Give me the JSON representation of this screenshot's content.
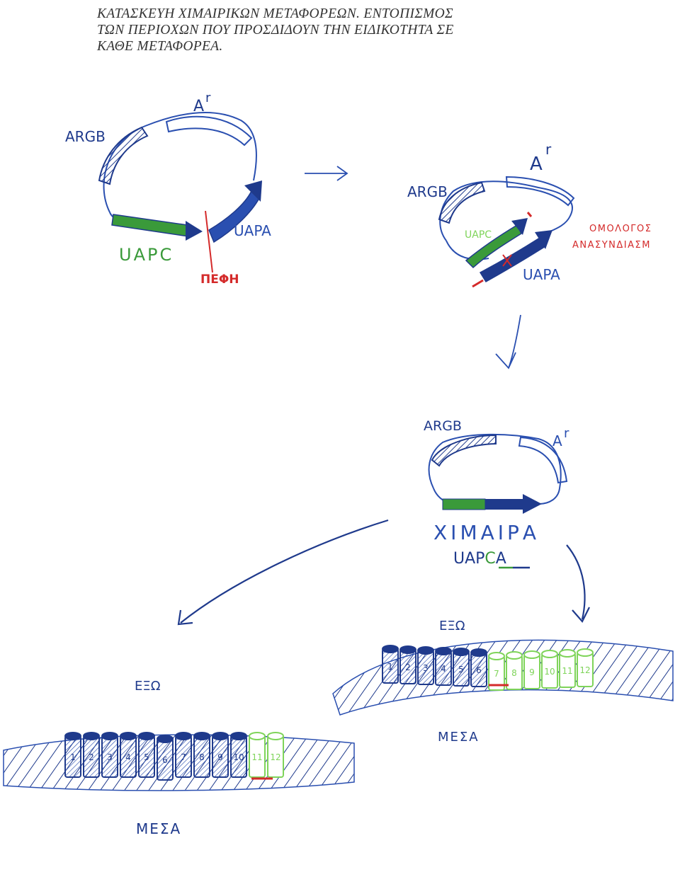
{
  "title_lines": [
    "ΚΑΤΑΣΚΕΥΗ ΧΙΜΑΙΡΙΚΩΝ ΜΕΤΑΦΟΡΕΩΝ. ΕΝΤΟΠΙΣΜΟΣ",
    "ΤΩΝ ΠΕΡΙΟΧΩΝ ΠΟΥ ΠΡΟΣΔΙΔΟΥΝ ΤΗΝ ΕΙΔΙΚΟΤΗΤΑ ΣΕ",
    "ΚΑΘΕ ΜΕΤΑΦΟΡΕΑ."
  ],
  "plasmid1": {
    "argb": "ARGB",
    "amp": "A",
    "amp_sup": "r",
    "uapc": "UAPC",
    "uapa": "UAPA",
    "cut": "ΠΕΦΗ"
  },
  "plasmid2": {
    "argb": "ARGB",
    "amp": "A",
    "amp_sup": "r",
    "uapc": "UAPC",
    "uapa": "UAPA",
    "recomb_line1": "ΟΜΟΛΟΓΟΣ",
    "recomb_line2": "ΑΝΑΣΥΝΔΙΑΣΜ"
  },
  "plasmid3": {
    "argb": "ARGB",
    "amp": "A",
    "amp_sup": "r",
    "chimera": "ΧΙΜΑΙΡΑ",
    "name_prefix": "UAP",
    "name_c": "C",
    "name_a": "A"
  },
  "membrane_right": {
    "out": "ΕΞΩ",
    "in": "ΜΕΣΑ",
    "helices": [
      "1",
      "2",
      "3",
      "4",
      "5",
      "6",
      "7",
      "8",
      "9",
      "10",
      "11",
      "12"
    ]
  },
  "membrane_left": {
    "out": "ΕΞΩ",
    "in": "ΜΕΣΑ",
    "helices": [
      "1",
      "2",
      "3",
      "4",
      "5",
      "6",
      "7",
      "8",
      "9",
      "10",
      "11",
      "12"
    ]
  },
  "colors": {
    "blue": "#2a4fb0",
    "dark_blue": "#1f3a8c",
    "green": "#3a9a3a",
    "light_green": "#7fd45a",
    "red": "#d42a2a",
    "ink": "#2a3d8f"
  }
}
